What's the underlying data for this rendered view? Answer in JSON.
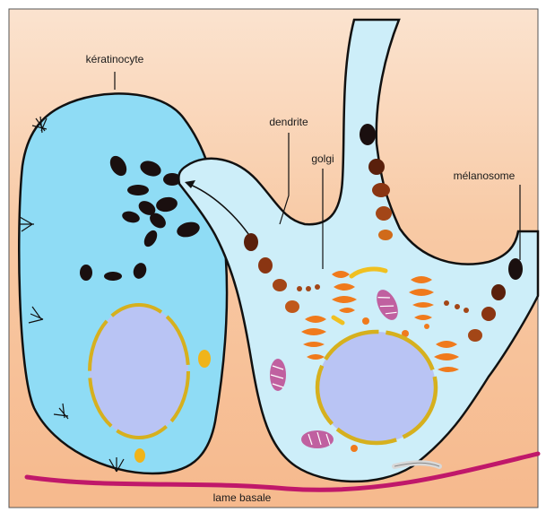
{
  "labels": {
    "keratinocyte": "kératinocyte",
    "dendrite": "dendrite",
    "golgi": "golgi",
    "melanosome": "mélanosome",
    "basal_lamina": "lame basale"
  },
  "colors": {
    "background_top": "#fbe3cf",
    "background_bottom": "#f6b98d",
    "keratinocyte_cytoplasm": "#8fdcf5",
    "melanocyte_cytoplasm": "#cdeef9",
    "nucleus": "#b9c4f4",
    "nuclear_envelope": "#d6b01e",
    "golgi": "#f07a1c",
    "melanosome_dark": "#1a0f0f",
    "melanosome_brown": "#8a3512",
    "mitochondria": "#c060a0",
    "basal_lamina": "#c0186a",
    "outline": "#111111"
  },
  "icons": [
    "arrow-icon"
  ]
}
